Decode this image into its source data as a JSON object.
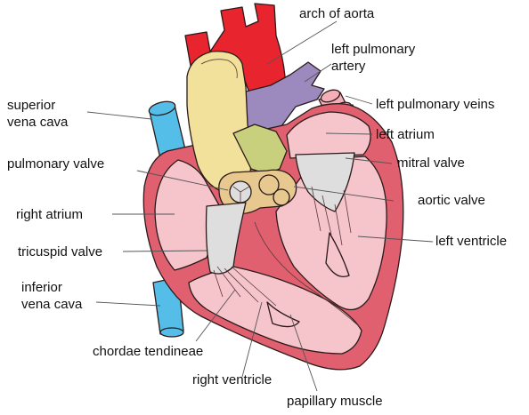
{
  "colors": {
    "aorta": "#e8242e",
    "pulmonary_artery": "#c8d07e",
    "pulmonary_trunk": "#f2e19a",
    "left_pulmonary_artery": "#9c89bd",
    "pulmonary_veins": "#f3aeb8",
    "vena_cava": "#54bee8",
    "heart_wall": "#e06070",
    "chamber": "#f6c4cb",
    "valve": "#dedede",
    "valve_ring": "#e7c88e"
  },
  "labels": {
    "arch_of_aorta": "arch of aorta",
    "left_pulmonary_artery_l1": "left pulmonary",
    "left_pulmonary_artery_l2": "artery",
    "left_pulmonary_veins": "left pulmonary veins",
    "left_atrium": "left atrium",
    "mitral_valve": "mitral valve",
    "aortic_valve": "aortic valve",
    "left_ventricle": "left ventricle",
    "superior_vena_cava_l1": "superior",
    "superior_vena_cava_l2": "vena cava",
    "pulmonary_valve": "pulmonary valve",
    "right_atrium": "right atrium",
    "tricuspid_valve": "tricuspid valve",
    "inferior_vena_cava_l1": "inferior",
    "inferior_vena_cava_l2": "vena cava",
    "chordae_tendineae": "chordae tendineae",
    "right_ventricle": "right ventricle",
    "papillary_muscle": "papillary muscle"
  }
}
